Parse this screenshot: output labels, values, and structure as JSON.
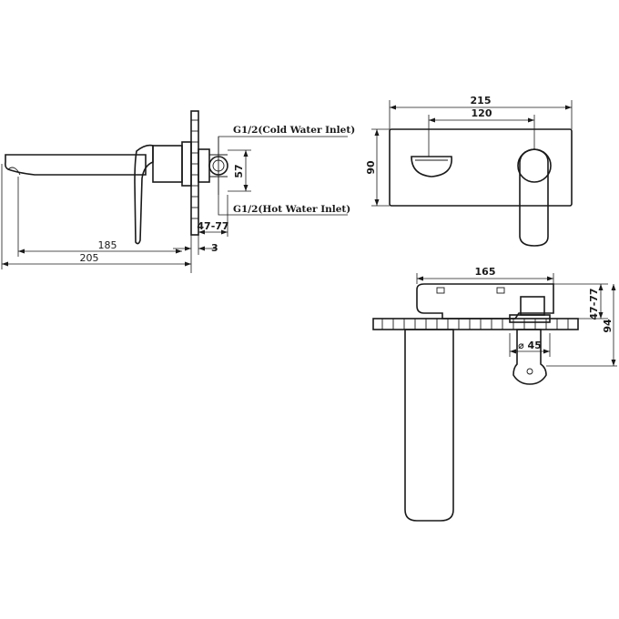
{
  "side_view": {
    "label_cold_inlet": "G1/2(Cold Water Inlet)",
    "label_hot_inlet": "G1/2(Hot Water Inlet)",
    "dim_inlet_spacing": "57",
    "dim_wall_range": "47-77",
    "dim_wall_thickness": "3",
    "dim_spout_reach": "185",
    "dim_overall_length": "205"
  },
  "front_view": {
    "dim_plate_width": "215",
    "dim_center_distance": "120",
    "dim_plate_height": "90"
  },
  "top_view": {
    "dim_spout_length": "165",
    "dim_wall_range": "47-77",
    "dim_overall_depth": "94",
    "dim_diameter": "⌀ 45"
  }
}
